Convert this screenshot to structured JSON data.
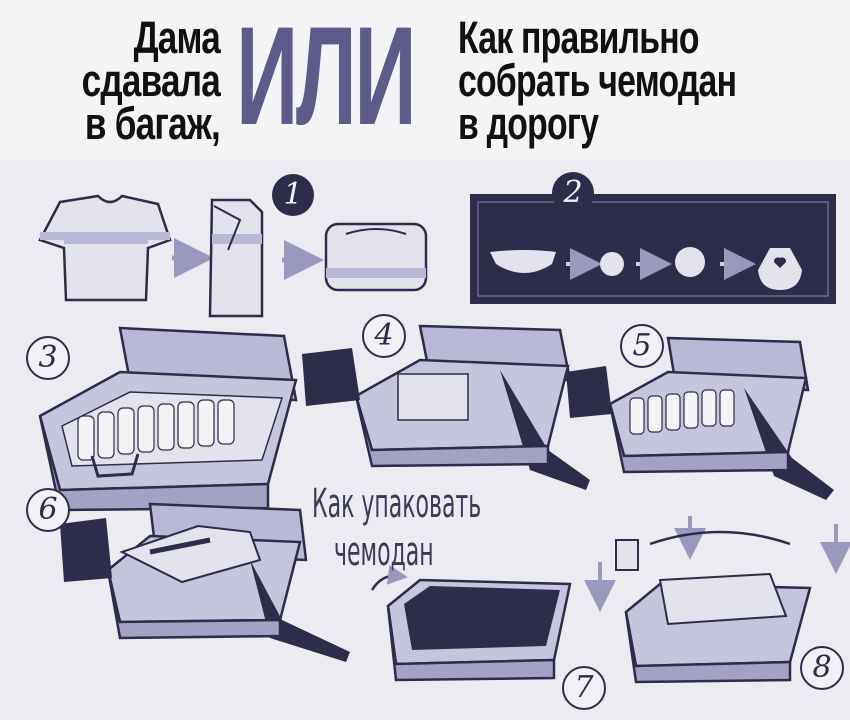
{
  "header": {
    "left_lines": [
      "Дама",
      "сдавала",
      "в багаж,"
    ],
    "middle": "ИЛИ",
    "right_lines": [
      "Как правильно",
      "собрать чемодан",
      "в дорогу"
    ]
  },
  "caption_lines": [
    "Как упаковать",
    "чемодан"
  ],
  "steps": [
    "1",
    "2",
    "3",
    "4",
    "5",
    "6",
    "7",
    "8"
  ],
  "icons": [
    "tshirt-icon",
    "folded-shirt-icon",
    "rolled-shirt-icon",
    "underwear-icon",
    "pouch-icon",
    "suitcase-icon",
    "arrow-icon"
  ],
  "colors": {
    "ink": "#2d2c4a",
    "purple": "#5c5b8a",
    "lavender": "#b9b8d6",
    "paper": "#ebebf1"
  }
}
